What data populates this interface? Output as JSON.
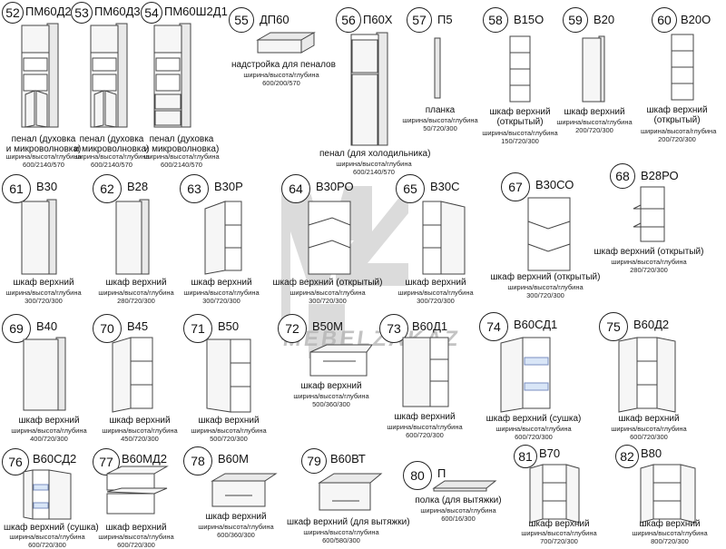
{
  "dims_label": "ширина/высота/глубина",
  "watermark_text": "MEBELZAKAZ",
  "items": [
    {
      "num": "52",
      "code": "ПМ60Д2",
      "desc": "пенал (духовка\nи микроволновка)",
      "dims": "600/2140/570"
    },
    {
      "num": "53",
      "code": "ПМ60Д3",
      "desc": "пенал (духовка\nи микроволновка)",
      "dims": "600/2140/570"
    },
    {
      "num": "54",
      "code": "ПМ60Ш2Д1",
      "desc": "пенал (духовка\nи микроволновка)",
      "dims": "600/2140/570"
    },
    {
      "num": "55",
      "code": "ДП60",
      "desc": "надстройка для пеналов",
      "dims": "600/200/570"
    },
    {
      "num": "56",
      "code": "П60Х",
      "desc": "пенал (для холодильника)",
      "dims": "600/2140/570"
    },
    {
      "num": "57",
      "code": "П5",
      "desc": "планка",
      "dims": "50/720/300"
    },
    {
      "num": "58",
      "code": "В15О",
      "desc": "шкаф верхний\n(открытый)",
      "dims": "150/720/300"
    },
    {
      "num": "59",
      "code": "В20",
      "desc": "шкаф верхний",
      "dims": "200/720/300"
    },
    {
      "num": "60",
      "code": "В20О",
      "desc": "шкаф верхний\n(открытый)",
      "dims": "200/720/300"
    },
    {
      "num": "61",
      "code": "В30",
      "desc": "шкаф верхний",
      "dims": "300/720/300"
    },
    {
      "num": "62",
      "code": "В28",
      "desc": "шкаф верхний",
      "dims": "280/720/300"
    },
    {
      "num": "63",
      "code": "В30Р",
      "desc": "шкаф верхний",
      "dims": "300/720/300"
    },
    {
      "num": "64",
      "code": "В30РО",
      "desc": "шкаф верхний (открытый)",
      "dims": "300/720/300"
    },
    {
      "num": "65",
      "code": "В30С",
      "desc": "шкаф верхний",
      "dims": "300/720/300"
    },
    {
      "num": "67",
      "code": "В30СО",
      "desc": "шкаф верхний (открытый)",
      "dims": "300/720/300"
    },
    {
      "num": "68",
      "code": "В28РО",
      "desc": "шкаф верхний (открытый)",
      "dims": "280/720/300"
    },
    {
      "num": "69",
      "code": "В40",
      "desc": "шкаф верхний",
      "dims": "400/720/300"
    },
    {
      "num": "70",
      "code": "В45",
      "desc": "шкаф верхний",
      "dims": "450/720/300"
    },
    {
      "num": "71",
      "code": "В50",
      "desc": "шкаф верхний",
      "dims": "500/720/300"
    },
    {
      "num": "72",
      "code": "В50М",
      "desc": "шкаф верхний",
      "dims": "500/360/300"
    },
    {
      "num": "73",
      "code": "В60Д1",
      "desc": "шкаф верхний",
      "dims": "600/720/300"
    },
    {
      "num": "74",
      "code": "В60СД1",
      "desc": "шкаф верхний (сушка)",
      "dims": "600/720/300"
    },
    {
      "num": "75",
      "code": "В60Д2",
      "desc": "шкаф верхний",
      "dims": "600/720/300"
    },
    {
      "num": "76",
      "code": "В60СД2",
      "desc": "шкаф верхний (сушка)",
      "dims": "600/720/300"
    },
    {
      "num": "77",
      "code": "В60МД2",
      "desc": "шкаф верхний",
      "dims": "600/720/300"
    },
    {
      "num": "78",
      "code": "В60М",
      "desc": "шкаф верхний",
      "dims": "600/360/300"
    },
    {
      "num": "79",
      "code": "В60ВТ",
      "desc": "шкаф верхний (для вытяжки)",
      "dims": "600/580/300"
    },
    {
      "num": "80",
      "code": "П",
      "desc": "полка (для вытяжки)",
      "dims": "600/16/300"
    },
    {
      "num": "81",
      "code": "В70",
      "desc": "шкаф верхний",
      "dims": "700/720/300"
    },
    {
      "num": "82",
      "code": "В80",
      "desc": "шкаф верхний",
      "dims": "800/720/300"
    }
  ]
}
